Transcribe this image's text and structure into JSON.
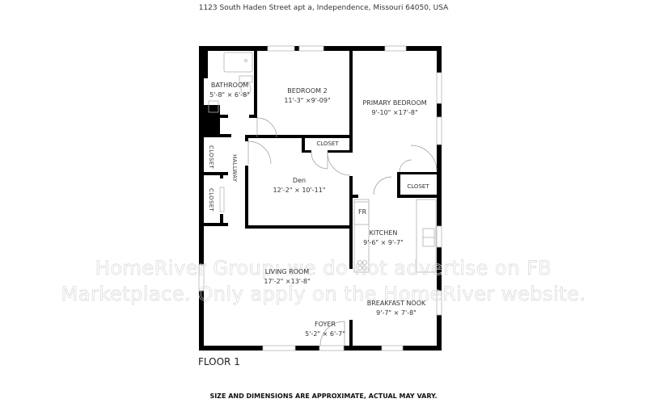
{
  "header": {
    "address": "1123 South Haden Street apt a, Independence, Missouri 64050, USA"
  },
  "floor": {
    "label": "FLOOR 1"
  },
  "rooms": [
    {
      "name": "BATHROOM",
      "dims": "5'-8\" × 6'-8\""
    },
    {
      "name": "BEDROOM 2",
      "dims": "11'-3\" ×9'-09\""
    },
    {
      "name": "PRIMARY BEDROOM",
      "dims": "9'-10\" ×17'-8\""
    },
    {
      "name": "Den",
      "dims": "12'-2\" × 10'-11\""
    },
    {
      "name": "KITCHEN",
      "dims": "9'-6\" × 9'-7\""
    },
    {
      "name": "LIVING ROOM",
      "dims": "17'-2\" ×13'-8\""
    },
    {
      "name": "BREAKFAST NOOK",
      "dims": "9'-7\" × 7'-8\""
    },
    {
      "name": "FOYER",
      "dims": "5'-2\" × 6'-7\""
    }
  ],
  "minor_labels": {
    "hallway": "HALLWAY",
    "closet_hall_1": "CLOSET",
    "closet_hall_2": "CLOSET",
    "closet_den": "CLOSET",
    "closet_primary": "CLOSET",
    "fridge": "FR"
  },
  "watermark": {
    "line1": "HomeRiver Group: we do not advertise on FB",
    "line2": "Marketplace. Only apply on the HomeRiver website."
  },
  "footer": {
    "disclaimer": "SIZE AND DIMENSIONS ARE APPROXIMATE, ACTUAL MAY VARY."
  },
  "colors": {
    "wall": "#000000",
    "window": "#c8c8c8",
    "fixture": "#b0b0b0",
    "watermark": "#d8d8d8"
  }
}
